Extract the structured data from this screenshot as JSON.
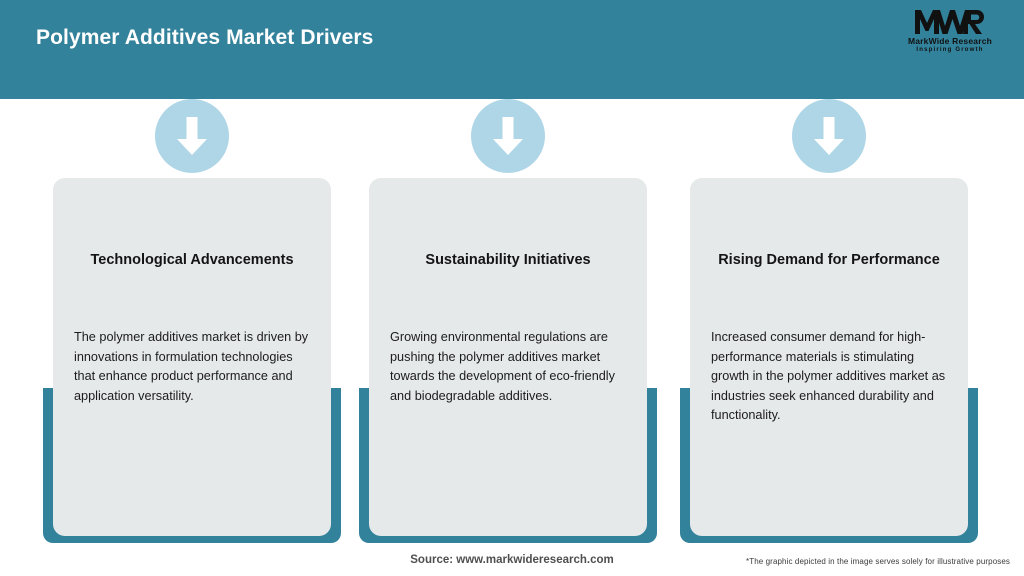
{
  "header": {
    "title": "Polymer Additives Market Drivers",
    "background_color": "#33829b",
    "title_color": "#ffffff"
  },
  "logo": {
    "mark": "MWR",
    "name": "MarkWide Research",
    "tagline": "Inspiring Growth"
  },
  "theme": {
    "teal": "#33829b",
    "card_gray": "#e6e9ea",
    "icon_circle_blue": "#aed6e6",
    "arrow_white": "#ffffff"
  },
  "cards": [
    {
      "icon": "arrow-down-icon",
      "title": "Technological Advancements",
      "body": "The polymer additives market is driven by innovations in formulation technologies that enhance product performance and application versatility."
    },
    {
      "icon": "arrow-down-icon",
      "title": "Sustainability Initiatives",
      "body": "Growing environmental regulations are pushing the polymer additives market towards the development of eco-friendly and biodegradable additives."
    },
    {
      "icon": "arrow-down-icon",
      "title": "Rising Demand for Performance",
      "body": "Increased consumer demand for high-performance materials is stimulating growth in the polymer additives market as industries seek enhanced durability and functionality."
    }
  ],
  "footer": {
    "source": "Source: www.markwideresearch.com",
    "disclaimer": "*The graphic depicted in the image serves solely for illustrative purposes"
  }
}
